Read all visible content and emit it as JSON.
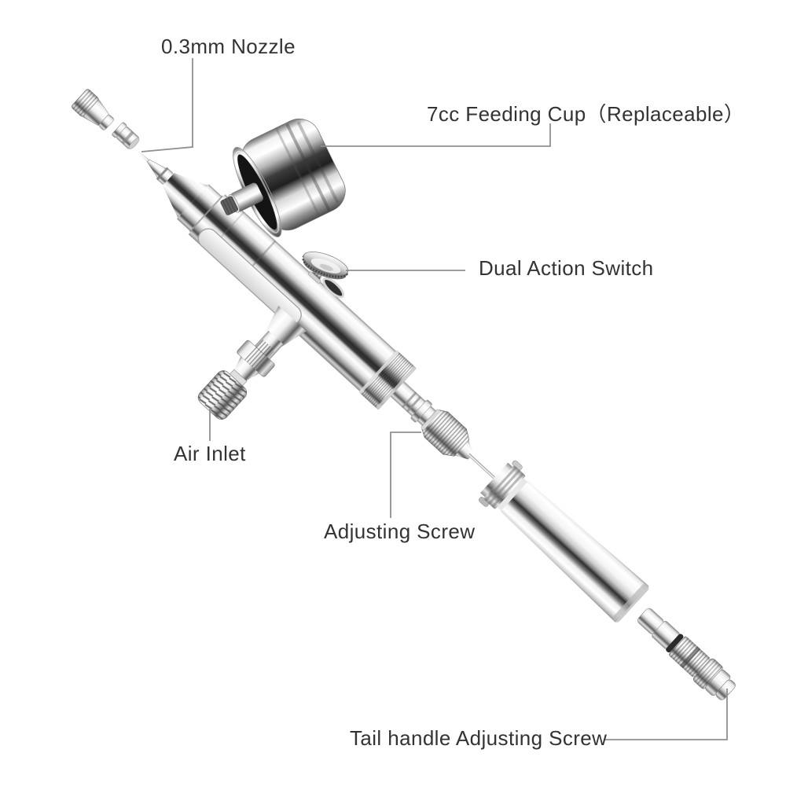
{
  "diagram": {
    "background": "#ffffff",
    "label_color": "#333333",
    "leader_color": "#909090",
    "labels": {
      "nozzle": "0.3mm Nozzle",
      "feeding_cup": "7cc Feeding Cup（Replaceable）",
      "dual_action_switch": "Dual Action Switch",
      "air_inlet": "Air Inlet",
      "adjusting_screw": "Adjusting Screw",
      "tail_handle_adjusting_screw": "Tail handle Adjusting Screw"
    },
    "parts": [
      "needle-cap",
      "nozzle-cap",
      "needle",
      "fluid-nozzle",
      "main-body",
      "feeding-cup",
      "dual-action-switch",
      "air-inlet-fitting",
      "rear-knurled-collar",
      "adjusting-screw",
      "tail-handle",
      "tail-handle-adjusting-screw"
    ]
  }
}
